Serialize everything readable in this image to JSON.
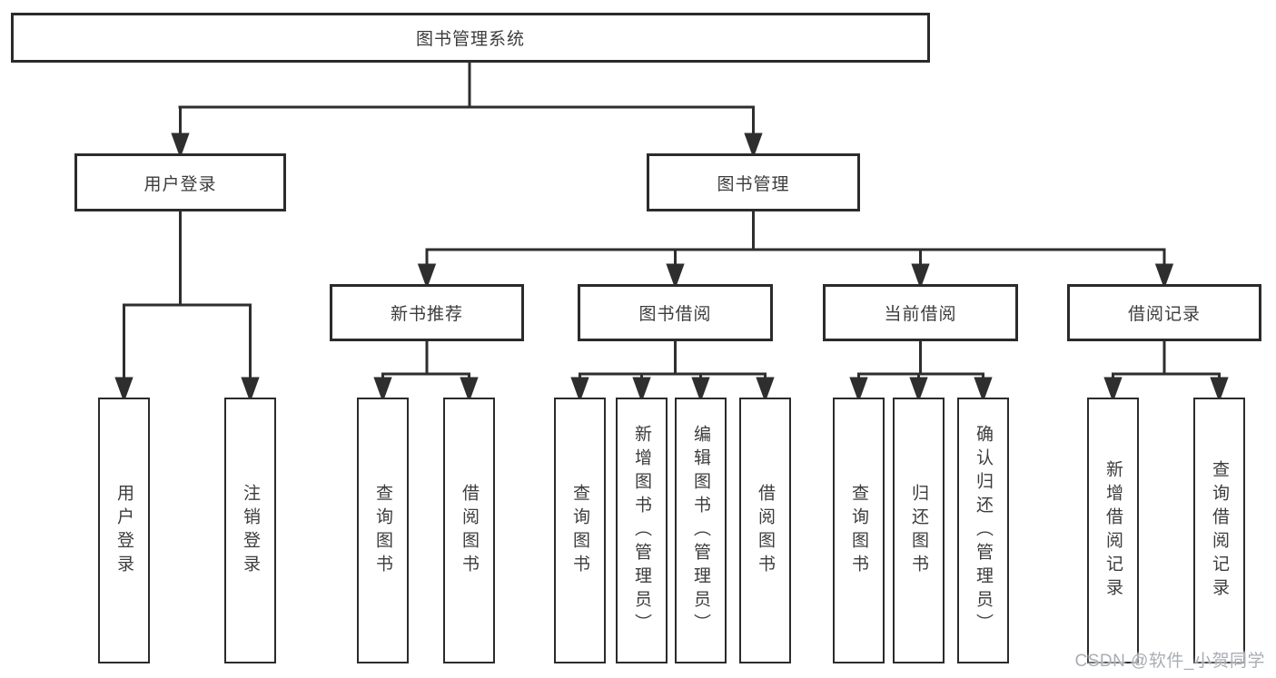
{
  "colors": {
    "background": "#ffffff",
    "line": "#2e2e2e",
    "box_border": "#2b2b2b",
    "text": "#3c3c3c",
    "watermark": "#a9aeb4"
  },
  "diagram": {
    "root": {
      "label": "图书管理系统"
    },
    "branches": {
      "user_login": {
        "label": "用户登录"
      },
      "book_management": {
        "label": "图书管理"
      }
    },
    "modules": {
      "new_book_recommend": {
        "label": "新书推荐"
      },
      "book_borrow": {
        "label": "图书借阅"
      },
      "current_borrow": {
        "label": "当前借阅"
      },
      "borrow_records": {
        "label": "借阅记录"
      }
    },
    "leaves": {
      "user_login": [
        "用户登录",
        "注销登录"
      ],
      "new_book_recommend": [
        "查询图书",
        "借阅图书"
      ],
      "book_borrow": [
        "查询图书",
        "新增图书（管理员）",
        "编辑图书（管理员）",
        "借阅图书"
      ],
      "current_borrow": [
        "查询图书",
        "归还图书",
        "确认归还（管理员）"
      ],
      "borrow_records": [
        "新增借阅记录",
        "查询借阅记录"
      ]
    }
  },
  "watermark": {
    "text": "CSDN @软件_小贺同学"
  }
}
